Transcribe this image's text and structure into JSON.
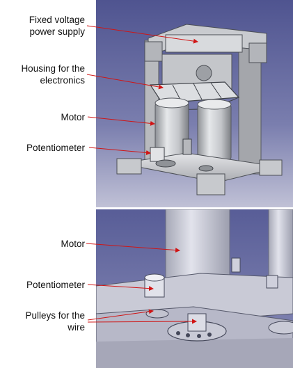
{
  "figure": {
    "top_view": {
      "callouts": {
        "power_supply": {
          "line1": "Fixed voltage",
          "line2": "power supply"
        },
        "housing": {
          "line1": "Housing for the",
          "line2": "electronics"
        },
        "motor": "Motor",
        "potentiometer": "Potentiometer"
      }
    },
    "bottom_view": {
      "callouts": {
        "motor": "Motor",
        "potentiometer": "Potentiometer",
        "pulleys": {
          "line1": "Pulleys for the",
          "line2": "wire"
        }
      }
    }
  },
  "colors": {
    "cad_background_top": "#5a5f98",
    "cad_background_bottom": "#b9bad0",
    "arrow": "#d01515",
    "metal": "#d6d8dc"
  }
}
